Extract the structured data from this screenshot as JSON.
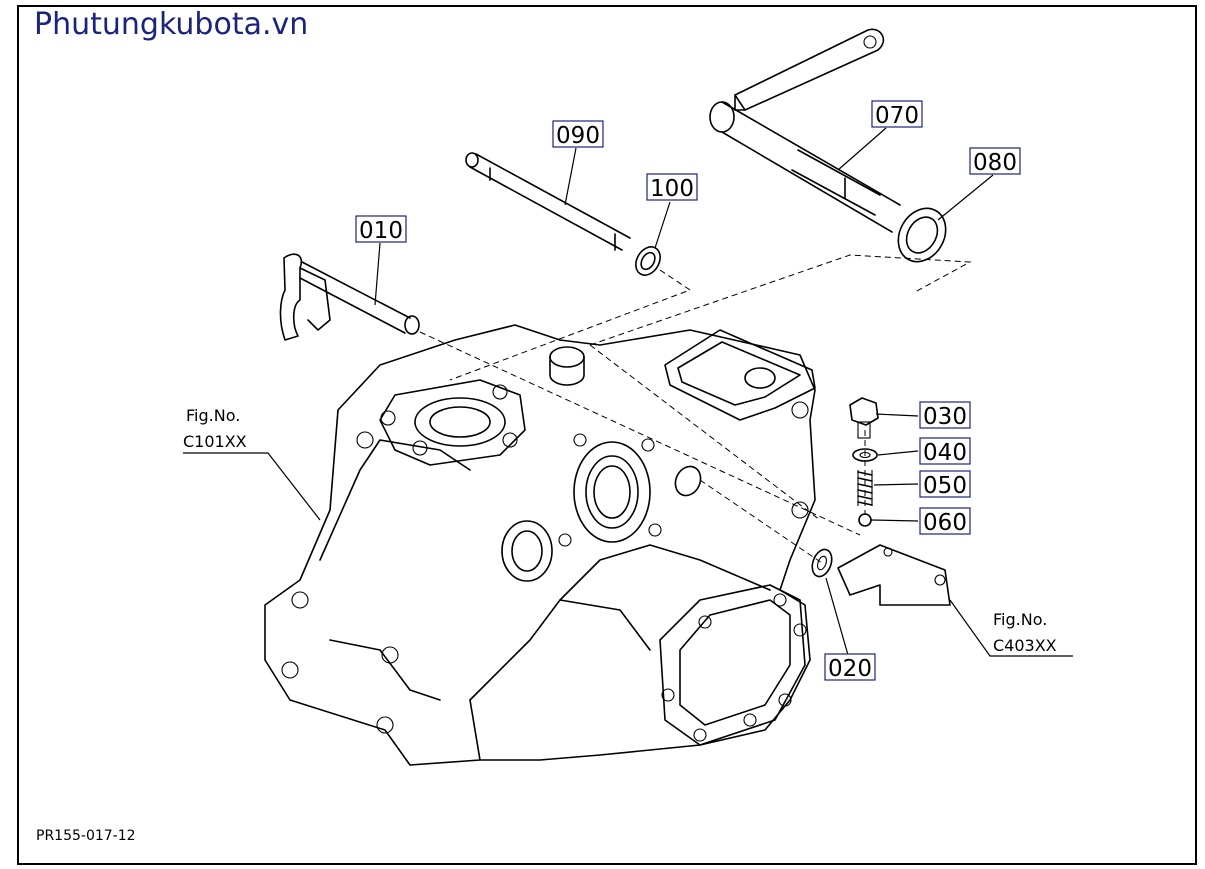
{
  "watermark": "Phutungkubota.vn",
  "drawing_code": "PR155-017-12",
  "callouts": {
    "p010": "010",
    "p020": "020",
    "p030": "030",
    "p040": "040",
    "p050": "050",
    "p060": "060",
    "p070": "070",
    "p080": "080",
    "p090": "090",
    "p100": "100"
  },
  "references": {
    "left": {
      "line1": "Fig.No.",
      "line2": "C101XX"
    },
    "right": {
      "line1": "Fig.No.",
      "line2": "C403XX"
    }
  },
  "colors": {
    "callout_border": "#1a237e",
    "watermark": "#1a237e",
    "line": "#000000"
  }
}
